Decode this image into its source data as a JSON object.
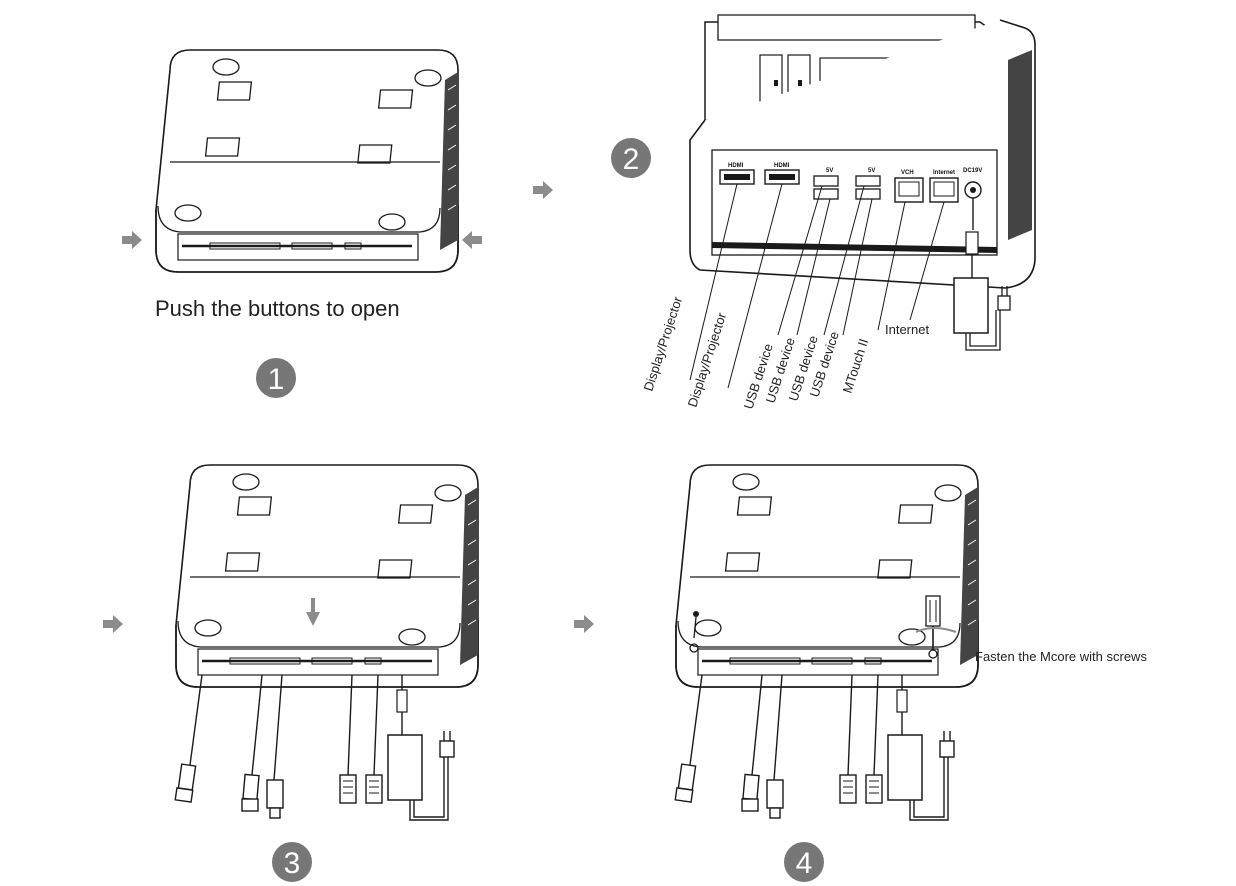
{
  "steps": [
    {
      "number": "1",
      "caption": "Push the buttons to open"
    },
    {
      "number": "2"
    },
    {
      "number": "3"
    },
    {
      "number": "4",
      "caption": "Fasten the Mcore with screws"
    }
  ],
  "ports": [
    "HDMI",
    "HDMI",
    "5V",
    "5V",
    "VCH",
    "Internet",
    "DC19V"
  ],
  "connections": [
    "Display/Projector",
    "Display/Projector",
    "USB device",
    "USB device",
    "USB device",
    "USB device",
    "MTouch II",
    "Internet"
  ],
  "colors": {
    "badge": "#777777",
    "arrow": "#8c8c8c",
    "line": "#1a1a1a"
  }
}
